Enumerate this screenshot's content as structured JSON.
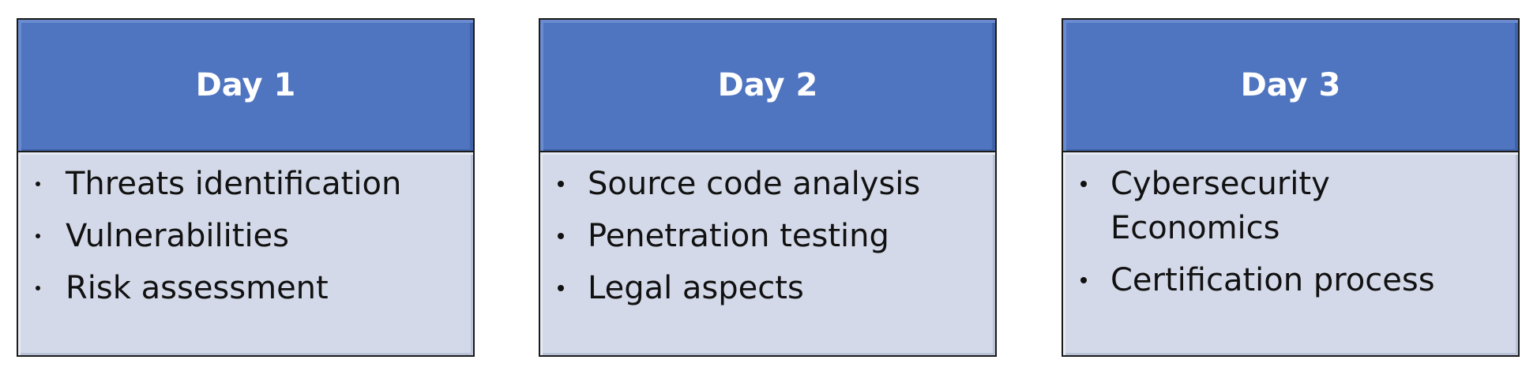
{
  "days": [
    {
      "title": "Day 1",
      "topics": [
        "Threats identification",
        "Vulnerabilities",
        "Risk assessment"
      ]
    },
    {
      "title": "Day 2",
      "topics": [
        "Source code analysis",
        "Penetration testing",
        "Legal aspects"
      ]
    },
    {
      "title": "Day 3",
      "topics": [
        "Cybersecurity Economics",
        "Certification process"
      ]
    }
  ],
  "colors": {
    "header_fill": "#4f74c0",
    "body_fill": "#d3d9e8",
    "header_text": "#ffffff",
    "body_text": "#111111",
    "border": "#1a1a1a"
  }
}
